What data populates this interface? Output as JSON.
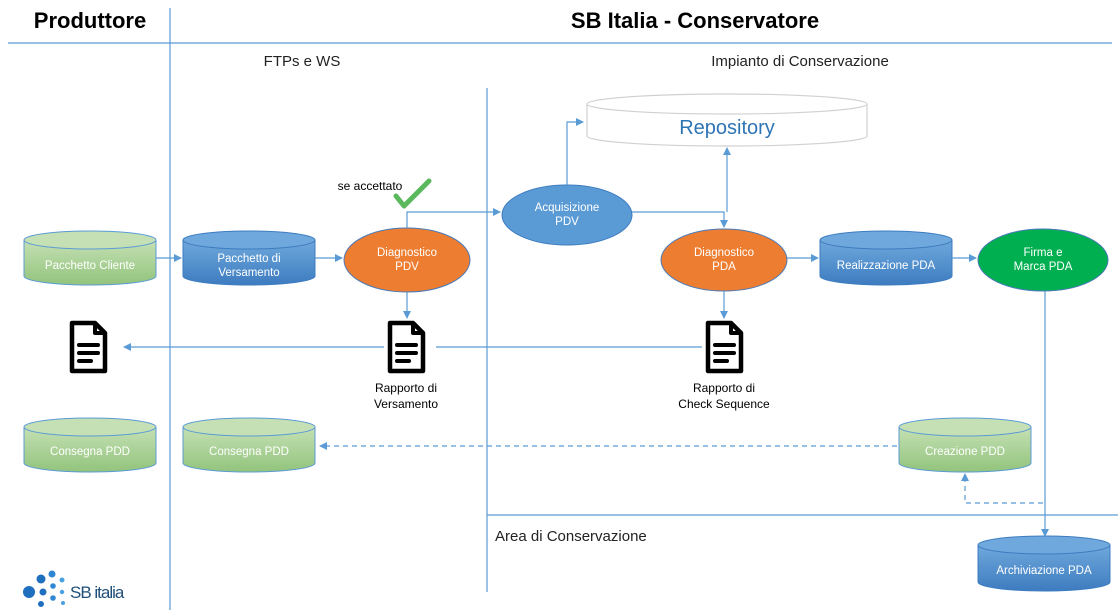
{
  "headers": {
    "producer": "Produttore",
    "conservator": "SB Italia - Conservatore",
    "ftp": "FTPs e WS",
    "plant": "Impianto di Conservazione",
    "area": "Area di Conservazione"
  },
  "repository": {
    "label": "Repository"
  },
  "nodes": {
    "client_package": "Pacchetto Cliente",
    "deposit_package": [
      "Pacchetto di",
      "Versamento"
    ],
    "diag_pdv": [
      "Diagnostico",
      "PDV"
    ],
    "acq_pdv": [
      "Acquisizione",
      "PDV"
    ],
    "diag_pda": [
      "Diagnostico",
      "PDA"
    ],
    "real_pda": "Realizzazione PDA",
    "sign_pda": [
      "Firma e",
      "Marca PDA"
    ],
    "deliver_pdd_1": "Consegna PDD",
    "deliver_pdd_2": "Consegna PDD",
    "create_pdd": "Creazione PDD",
    "archive_pda": "Archiviazione PDA"
  },
  "annotations": {
    "accepted": "se accettato"
  },
  "documents": {
    "deposit_report": [
      "Rapporto di",
      "Versamento"
    ],
    "check_report": [
      "Rapporto di",
      "Check Sequence"
    ]
  },
  "logo": {
    "text": "SB italia"
  },
  "colors": {
    "line": "#5b9bd5",
    "green_cyl": "#a9d18e",
    "blue_cyl": "#5b9bd5",
    "orange": "#ed7d31",
    "green_ellipse": "#00b050",
    "repository_text": "#2e75b6"
  }
}
